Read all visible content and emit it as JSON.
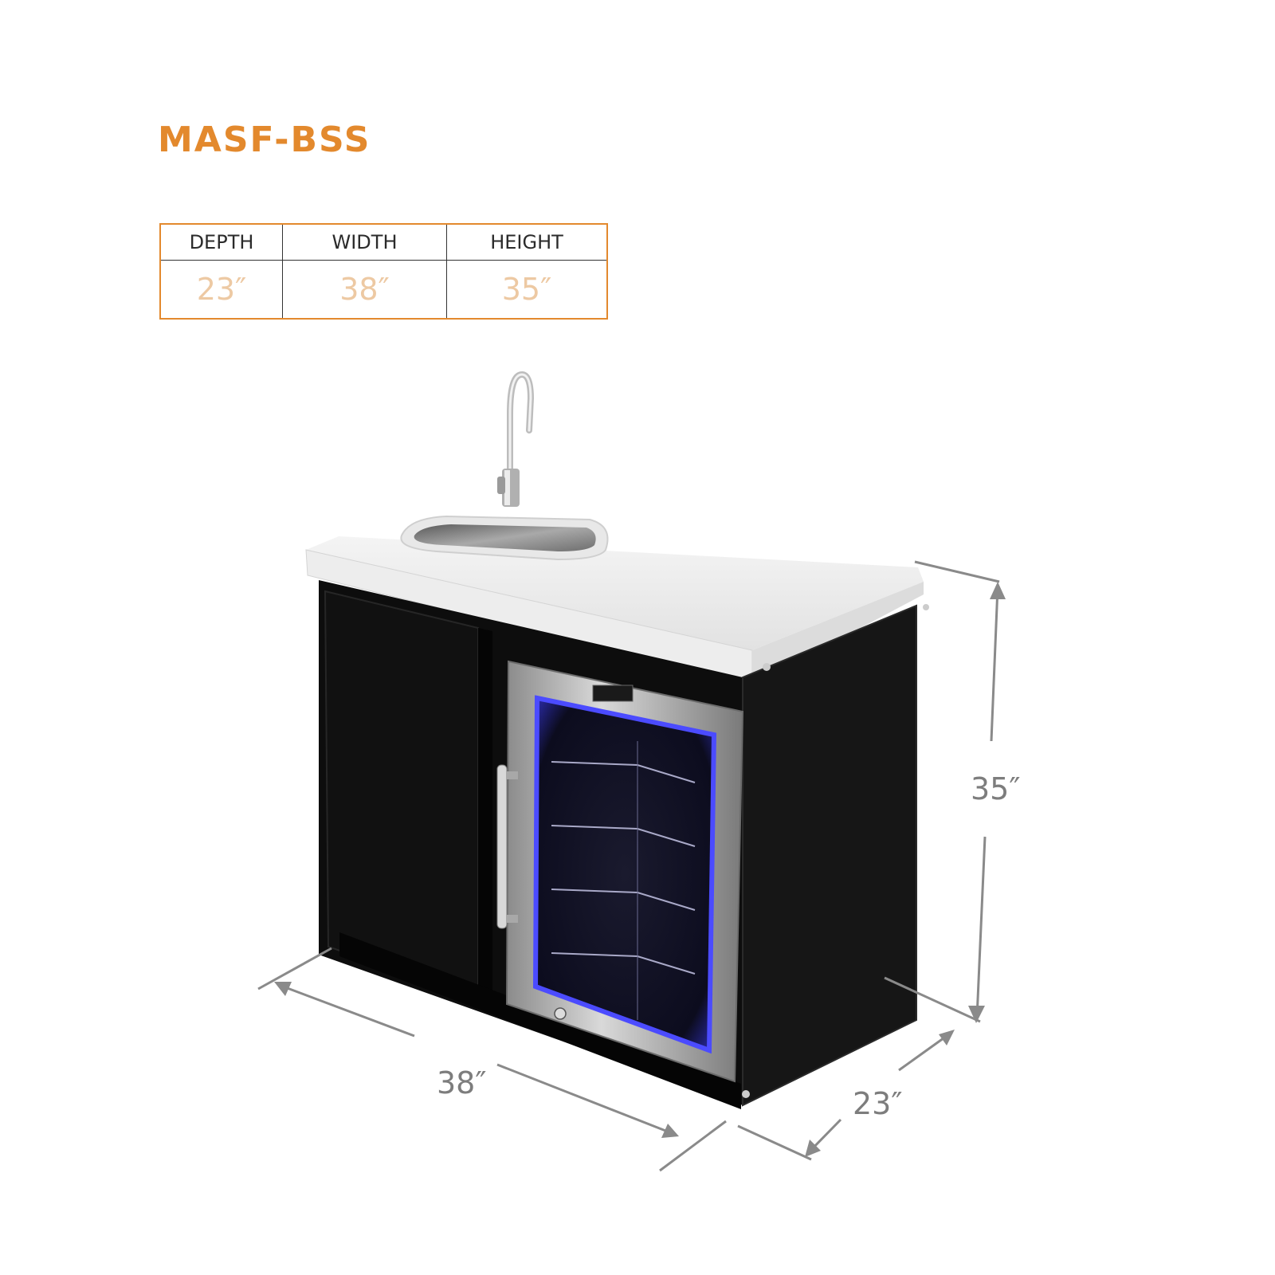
{
  "product": {
    "model": "MASF-BSS"
  },
  "spec_table": {
    "headers": [
      "DEPTH",
      "WIDTH",
      "HEIGHT"
    ],
    "values": [
      "23″",
      "38″",
      "35″"
    ]
  },
  "dimensions": {
    "height_label": "35″",
    "width_label": "38″",
    "depth_label": "23″"
  },
  "colors": {
    "accent": "#e3892d",
    "value_text": "#edc9a3",
    "dimension_lines": "#8a8a8a"
  }
}
